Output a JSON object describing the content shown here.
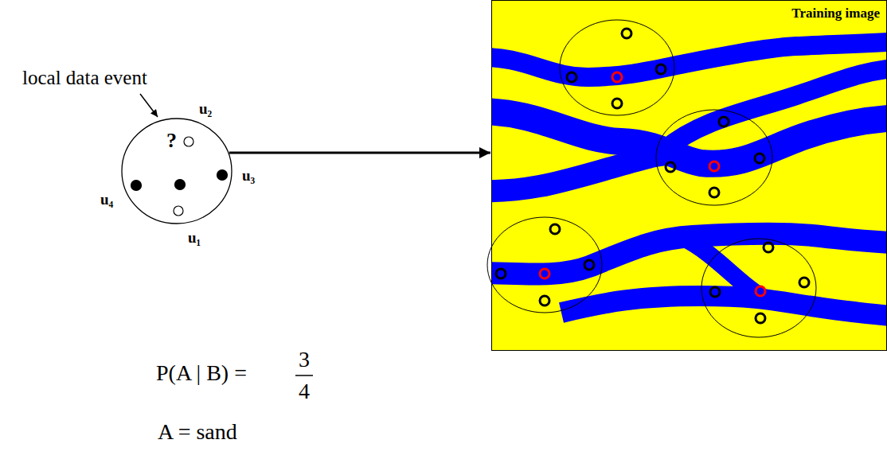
{
  "diagram": {
    "nodes": [
      {
        "text": [
          "?",
          "u₂",
          "u₄",
          "u₃",
          "u₁"
        ]
      },
      {
        "text": [
          "Training image"
        ]
      }
    ],
    "edges": [
      {
        "from": 0,
        "to": 1,
        "arrow": "to"
      }
    ],
    "labels": [
      "local data event",
      "P(A | B) =",
      "3",
      "4",
      "A = sand"
    ]
  }
}
